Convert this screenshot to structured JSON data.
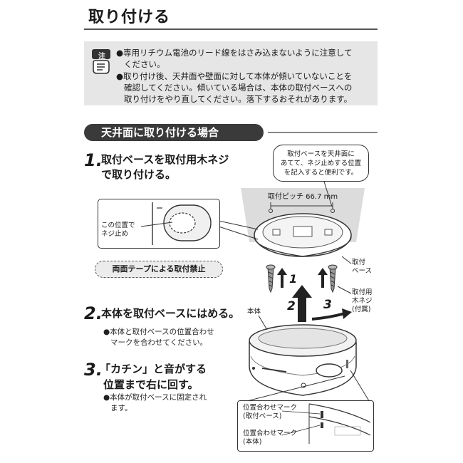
{
  "page": {
    "title": "取り付ける"
  },
  "caution": {
    "icon_label": "注",
    "icon": "pointing-hand-caution-icon",
    "item1_line1": "●専用リチウム電池のリード線をはさみ込まないように注意して",
    "item1_line2": "ください。",
    "item2_line1": "●取り付け後、天井面や壁面に対して本体が傾いていないことを",
    "item2_line2": "確認してください。傾いている場合は、本体の取付ベースへの",
    "item2_line3": "取り付けをやり直してください。落下するおそれがあります。"
  },
  "section": {
    "title": "天井面に取り付ける場合"
  },
  "steps": [
    {
      "number": "1.",
      "line1": "取付ベースを取付用木ネジ",
      "line2": "で取り付ける。"
    },
    {
      "number": "2.",
      "line1": "本体を取付ベースにはめる。",
      "note_line1": "●本体と取付ベースの位置合わせ",
      "note_line2": "マークを合わせてください。"
    },
    {
      "number": "3.",
      "line1": "「カチン」と音がする",
      "line2": "位置まで右に回す。",
      "note_line1": "●本体が取付ベースに固定され",
      "note_line2": "ます。"
    }
  ],
  "figure": {
    "callout_line1": "取付ベースを天井面に",
    "callout_line2": "あてて、ネジ止めする位置",
    "callout_line3": "を記入すると便利です。",
    "pitch_label": "取付ピッチ 66.7 mm",
    "inset_label_line1": "この位置で",
    "inset_label_line2": "ネジ止め",
    "tape_warning": "両面テープによる取付禁止",
    "base_label_line1": "取付",
    "base_label_line2": "ベース",
    "screw_label_line1": "取付用",
    "screw_label_line2": "木ネジ",
    "screw_label_line3": "(付属)",
    "body_label": "本体",
    "arrow1": "1",
    "arrow2": "2",
    "arrow3": "3",
    "mark_base_line1": "位置合わせマーク",
    "mark_base_line2": "(取付ベース)",
    "mark_body_line1": "位置合わせマーク",
    "mark_body_line2": "(本体)"
  }
}
